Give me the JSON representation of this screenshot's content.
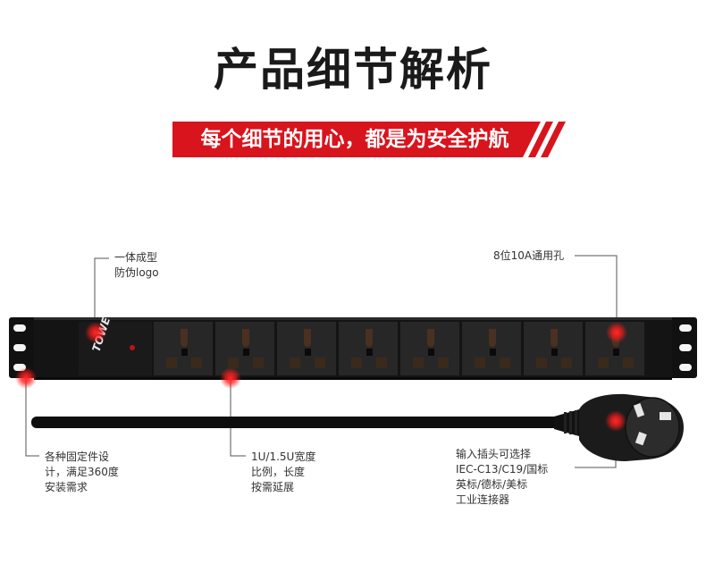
{
  "title": "产品细节解析",
  "subtitle": "每个细节的用心，都是为安全护航",
  "brand_logo": "TOWE",
  "callouts": {
    "logo": "一体成型\n防伪logo",
    "sockets": "8位10A通用孔",
    "mount": "各种固定件设\n计，满足360度\n安装需求",
    "width": "1U/1.5U宽度\n比例，长度\n按需延展",
    "plug": "输入插头可选择\nIEC-C13/C19/国标\n英标/德标/美标\n工业连接器"
  },
  "colors": {
    "accent": "#d8141d",
    "body": "#141414",
    "socket": "#2a2a2a"
  }
}
